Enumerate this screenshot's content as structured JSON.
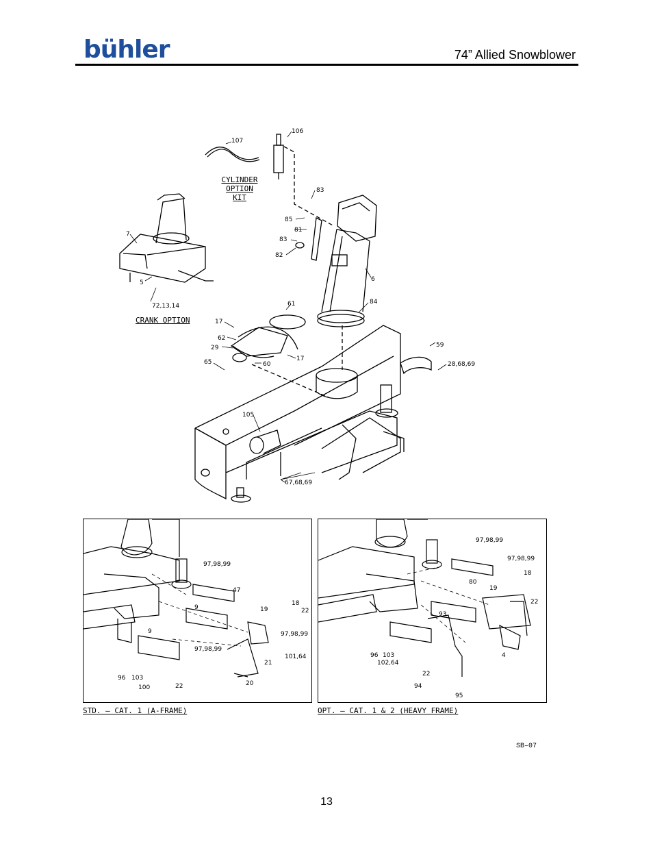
{
  "header": {
    "logo": "bühler",
    "title": "74” Allied Snowblower"
  },
  "main_drawing": {
    "captions": {
      "cylinder_kit": [
        "CYLINDER",
        "OPTION KIT"
      ],
      "crank": "CRANK OPTION"
    },
    "callouts": {
      "c107": "107",
      "c106": "106",
      "c83a": "83",
      "c85": "85",
      "c81": "81",
      "c83b": "83",
      "c82": "82",
      "c6": "6",
      "c84": "84",
      "c7": "7",
      "c5": "5",
      "c72": "72,13,14",
      "c61": "61",
      "c17a": "17",
      "c62": "62",
      "c29": "29",
      "c17b": "17",
      "c60": "60",
      "c65": "65",
      "c59": "59",
      "c28": "28,68,69",
      "c105": "105",
      "c67": "67,68,69"
    }
  },
  "std_frame": {
    "caption": "STD. – CAT. 1 (A-FRAME)",
    "callouts": {
      "a": "97,98,99",
      "b": "47",
      "c": "9",
      "d": "18",
      "e": "19",
      "f": "22",
      "g": "97,98,99",
      "h": "97,98,99",
      "i": "9",
      "j": "21",
      "k": "101,64",
      "l": "96",
      "m": "103",
      "n": "100",
      "o": "22",
      "p": "20"
    }
  },
  "opt_frame": {
    "caption": "OPT. – CAT. 1 & 2 (HEAVY FRAME)",
    "callouts": {
      "a": "97,98,99",
      "b": "97,98,99",
      "c": "18",
      "d": "80",
      "e": "19",
      "f": "22",
      "g": "93",
      "h": "96",
      "i": "103",
      "j": "102,64",
      "k": "4",
      "l": "22",
      "m": "94",
      "n": "95"
    }
  },
  "footer": {
    "diagram_code": "SB–07",
    "page_number": "13"
  }
}
